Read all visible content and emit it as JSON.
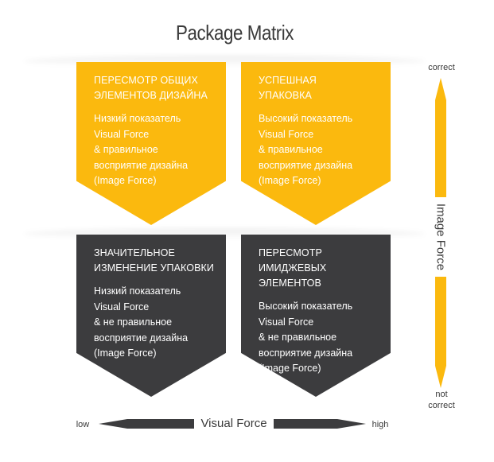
{
  "title": "Package Matrix",
  "quadrants": [
    {
      "heading": "ПЕРЕСМОТР ОБЩИХ\nЭЛЕМЕНТОВ ДИЗАЙНА",
      "body": "Низкий показатель\nVisual Force\n& правильное\nвосприятие дизайна\n(Image Force)",
      "color": "#fbb90e"
    },
    {
      "heading": "УСПЕШНАЯ\nУПАКОВКА",
      "body": "Высокий показатель\nVisual Force\n& правильное\nвосприятие дизайна\n(Image Force)",
      "color": "#fbb90e"
    },
    {
      "heading": "ЗНАЧИТЕЛЬНОЕ\nИЗМЕНЕНИЕ УПАКОВКИ",
      "body": "Низкий показатель\nVisual Force\n& не правильное\nвосприятие дизайна\n(Image Force)",
      "color": "#3c3c3e"
    },
    {
      "heading": "ПЕРЕСМОТР\nИМИДЖЕВЫХ ЭЛЕМЕНТОВ",
      "body": "Высокий показатель\nVisual Force\n& не правильное\nвосприятие дизайна\n(Image Force)",
      "color": "#3c3c3e"
    }
  ],
  "vertical_axis": {
    "title": "Image Force",
    "top_label": "correct",
    "bottom_label": "not\ncorrect",
    "color": "#fbb90e"
  },
  "horizontal_axis": {
    "title": "Visual Force",
    "left_label": "low",
    "right_label": "high",
    "color": "#3c3c3e"
  }
}
